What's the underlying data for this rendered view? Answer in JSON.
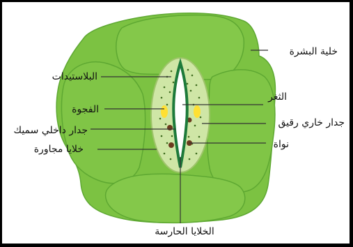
{
  "labels": {
    "epidermal_cell": "خلية البشرة",
    "plastids": "البلاستيدات",
    "stoma": "الثغر",
    "vacuole": "الفجوة",
    "thin_outer_wall": "جدار خاري رقيق",
    "thick_inner_wall": "جدار داخلي سميك",
    "nucleus": "نواة",
    "neighbor_cells": "خلايا مجاورة",
    "guard_cells": "الخلايا الحارسة"
  },
  "colors": {
    "epidermis_fill": "#7cc242",
    "epidermis_stroke": "#5ea832",
    "guard_cell_fill": "#cfe6a6",
    "pore": "#ffffff",
    "pore_edge": "#1d7a3a",
    "vacuole": "#ffe033",
    "nucleus": "#6b3a1e",
    "dots": "#3f6b1f",
    "leader": "#333333"
  }
}
